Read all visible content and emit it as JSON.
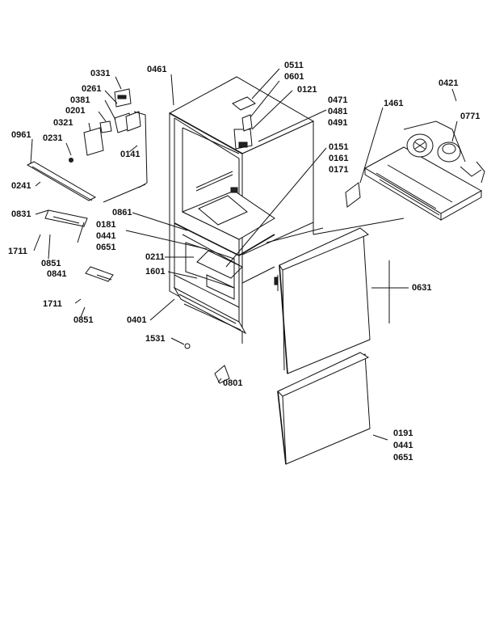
{
  "labels": {
    "p0331": "0331",
    "p0261": "0261",
    "p0381": "0381",
    "p0201": "0201",
    "p0321": "0321",
    "p0231": "0231",
    "p0141": "0141",
    "p0961": "0961",
    "p0241": "0241",
    "p0831": "0831",
    "p1711a": "1711",
    "p0851a": "0851",
    "p0841": "0841",
    "p1711b": "1711",
    "p0851b": "0851",
    "p0461": "0461",
    "p0511": "0511",
    "p0601": "0601",
    "p0121": "0121",
    "p0471": "0471",
    "p0481": "0481",
    "p0491": "0491",
    "p1461": "1461",
    "p0421": "0421",
    "p0771": "0771",
    "p0151": "0151",
    "p0161": "0161",
    "p0171": "0171",
    "p0861": "0861",
    "p0181": "0181",
    "p0441a": "0441",
    "p0651a": "0651",
    "p0211": "0211",
    "p1601": "1601",
    "p0401": "0401",
    "p1531": "1531",
    "p0801": "0801",
    "p0631": "0631",
    "p0191": "0191",
    "p0441b": "0441",
    "p0651b": "0651"
  }
}
